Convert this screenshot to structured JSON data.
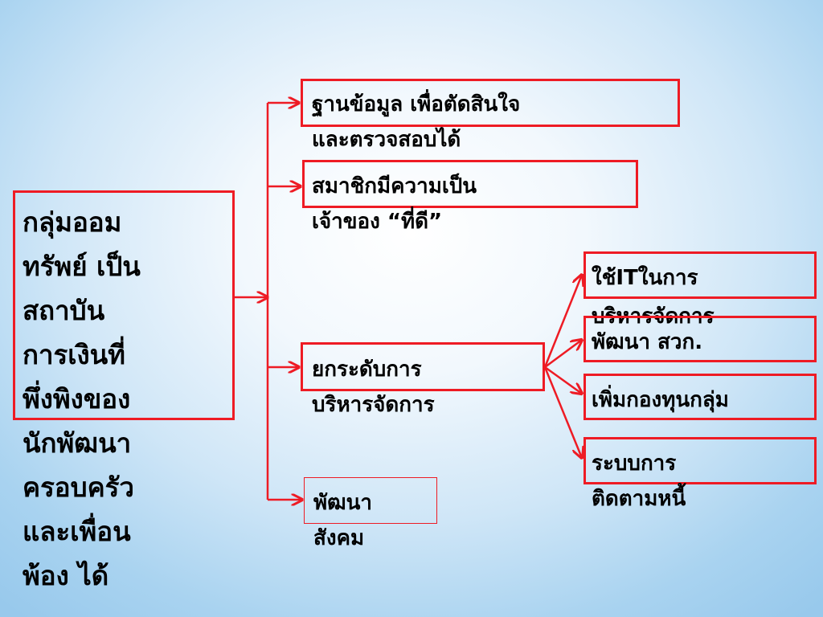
{
  "root": {
    "lines": [
      "กลุ่มออม",
      "ทรัพย์ เป็น",
      "สถาบัน",
      "การเงินที่",
      "พึ่งพิงของ",
      "นักพัฒนา",
      "ครอบครัว",
      "และเพื่อน",
      "พ้อง ได้"
    ]
  },
  "branches": [
    {
      "lines": [
        "ฐานข้อมูล เพื่อตัดสินใจ",
        "และตรวจสอบได้"
      ]
    },
    {
      "lines": [
        "สมาชิกมีความเป็น",
        "เจ้าของ “ที่ดี”"
      ]
    },
    {
      "lines": [
        "ยกระดับการ",
        "บริหารจัดการ"
      ]
    },
    {
      "lines": [
        "พัฒนา",
        "สังคม"
      ]
    }
  ],
  "sub_branches": [
    {
      "lines": [
        "ใช้ITในการ",
        "บริหารจัดการ"
      ]
    },
    {
      "lines": [
        "พัฒนา สวก."
      ]
    },
    {
      "lines": [
        "เพิ่มกองทุนกลุ่ม"
      ]
    },
    {
      "lines": [
        "ระบบการ",
        "ติดตามหนี้"
      ]
    }
  ],
  "colors": {
    "box_border": "#ee1b24",
    "connector": "#ee1b24",
    "text": "#000000"
  }
}
